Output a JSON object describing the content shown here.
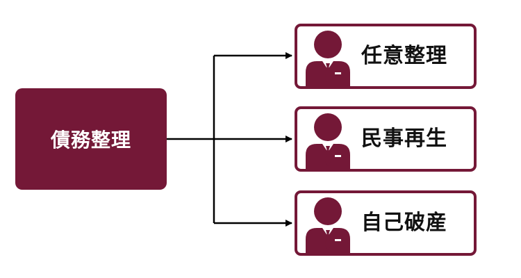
{
  "diagram": {
    "root": {
      "label": "債務整理"
    },
    "children": [
      {
        "label": "任意整理",
        "icon": "business-person-icon"
      },
      {
        "label": "民事再生",
        "icon": "business-person-icon"
      },
      {
        "label": "自己破産",
        "icon": "business-person-icon"
      }
    ]
  },
  "colors": {
    "accent": "#741837",
    "connector": "#000000",
    "background": "#ffffff"
  }
}
